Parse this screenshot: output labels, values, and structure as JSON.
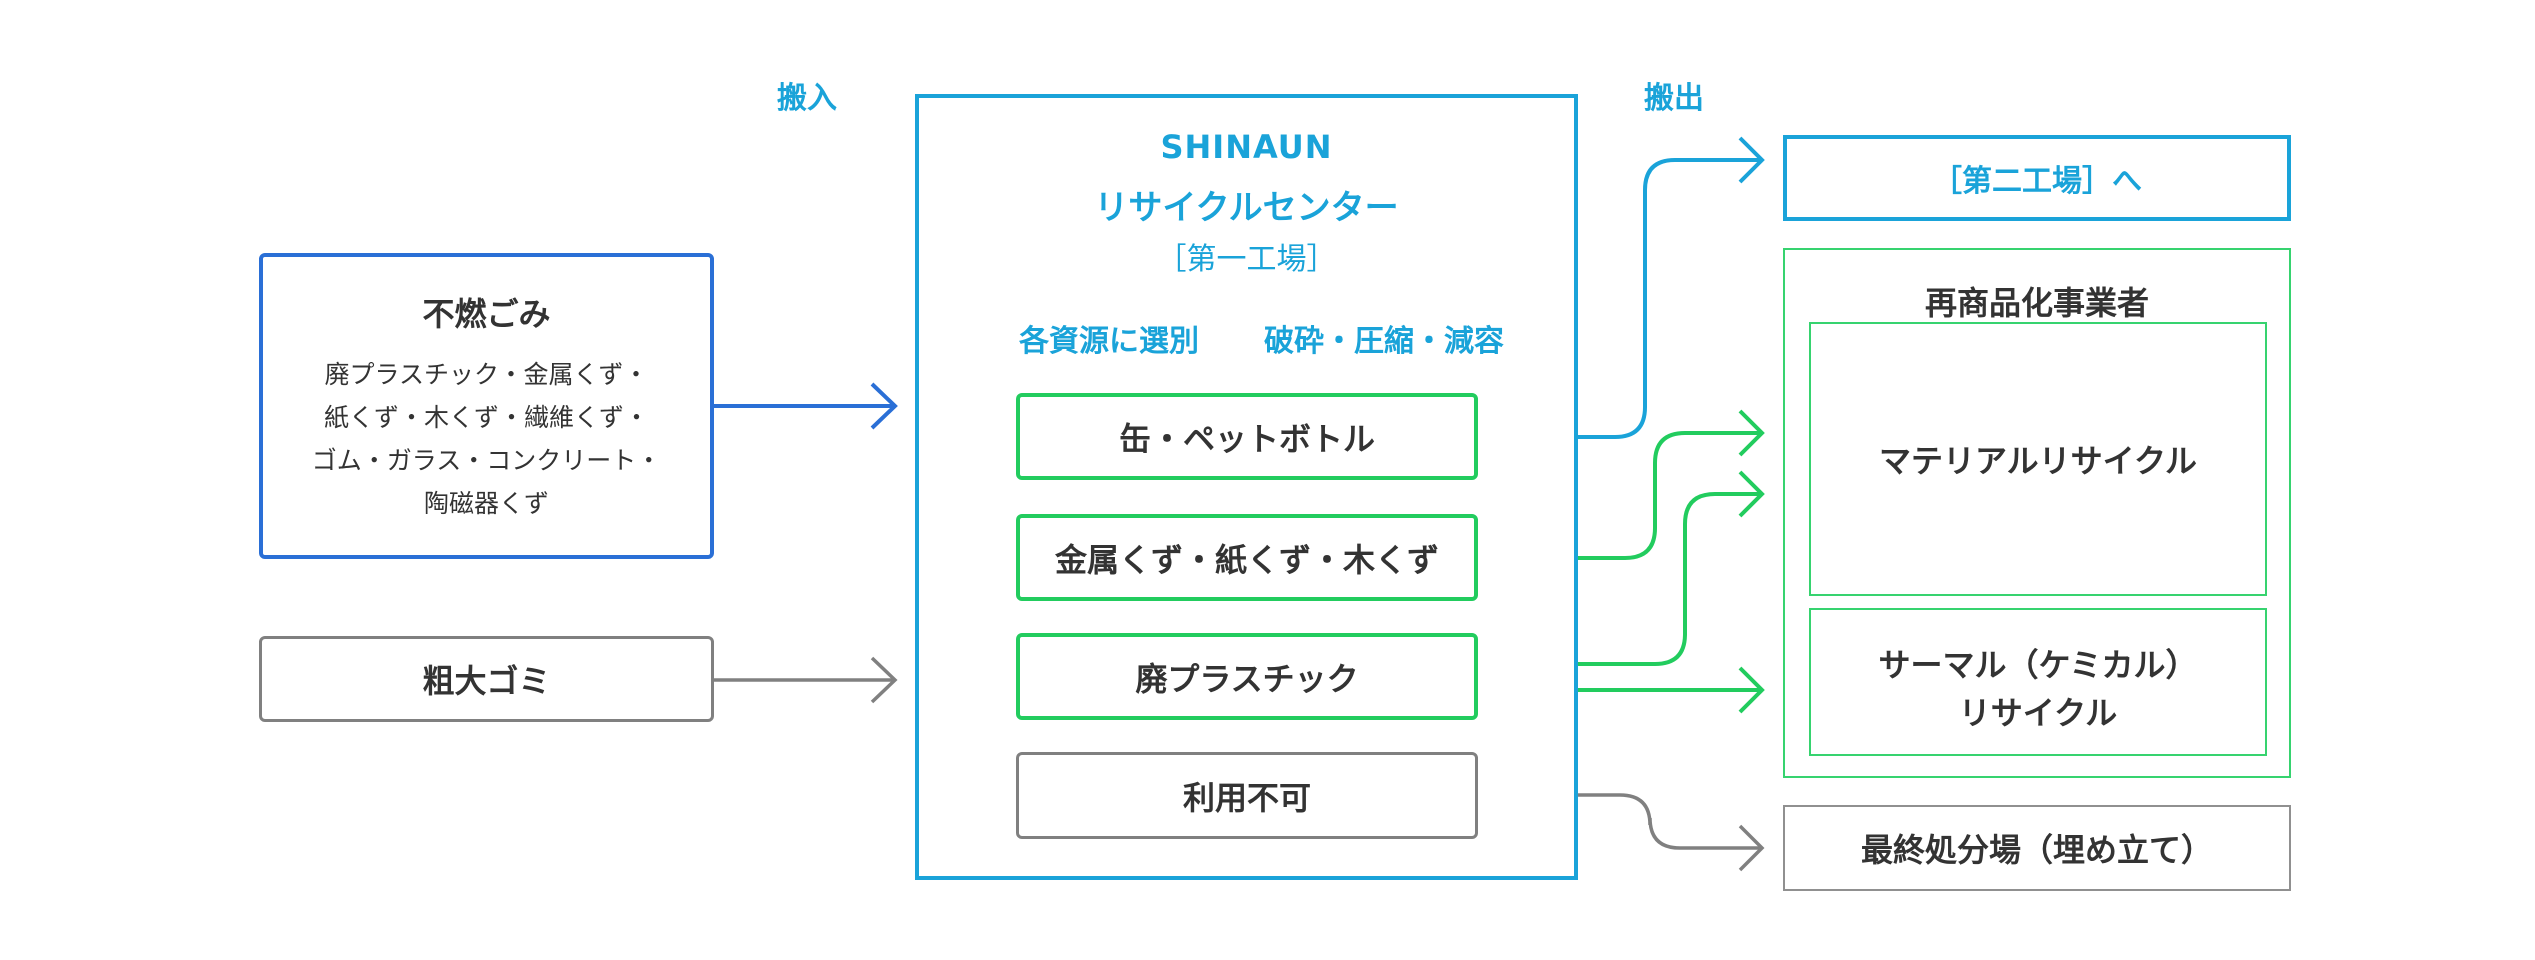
{
  "header": {
    "inbound_label": "搬入",
    "outbound_label": "搬出"
  },
  "inputs": {
    "funen": {
      "title": "不燃ごみ",
      "lines": [
        "廃プラスチック・金属くず・",
        "紙くず・木くず・繊維くず・",
        "ゴム・ガラス・コンクリート・",
        "陶磁器くず"
      ]
    },
    "sodai": {
      "title": "粗大ゴミ"
    }
  },
  "center": {
    "brand": "SHINAUN",
    "name": "リサイクルセンター",
    "plant": "［第一工場］",
    "process_left": "各資源に選別",
    "process_right": "破砕・圧縮・減容",
    "categories": [
      "缶・ペットボトル",
      "金属くず・紙くず・木くず",
      "廃プラスチック",
      "利用不可"
    ]
  },
  "outputs": {
    "second_plant": "［第二工場］へ",
    "recyclers": {
      "title": "再商品化事業者",
      "material": "マテリアルリサイクル",
      "thermal_line1": "サーマル（ケミカル）",
      "thermal_line2": "リサイクル"
    },
    "landfill": "最終処分場（埋め立て）"
  },
  "colors": {
    "blue": "#2a6fd6",
    "cyan": "#1aa3d9",
    "green": "#22cc5e",
    "gray": "#808080",
    "text": "#333333"
  }
}
